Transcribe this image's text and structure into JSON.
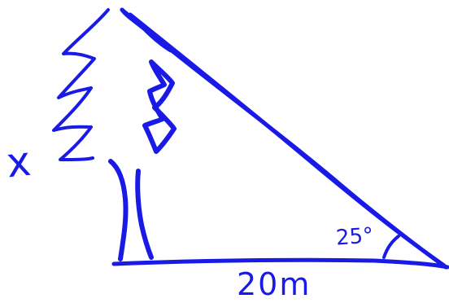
{
  "figure": {
    "ink_color": "#1a1ae6",
    "background": "#ffffff",
    "labels": {
      "height": "x",
      "angle": "25°",
      "base": "20m"
    },
    "icons": {
      "tree": "tree-sketch",
      "triangle": "right-triangle-sketch"
    }
  }
}
